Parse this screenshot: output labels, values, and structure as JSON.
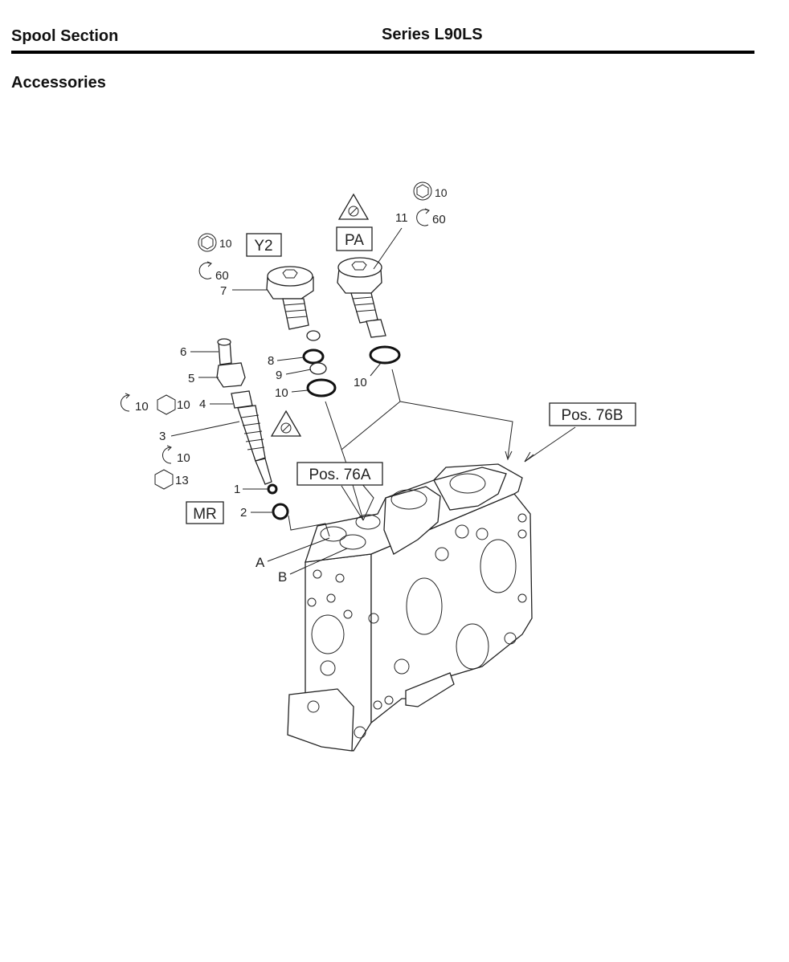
{
  "header": {
    "left_title": "Spool Section",
    "center_title": "Series L90LS"
  },
  "section": {
    "title": "Accessories"
  },
  "diagram": {
    "boxed_labels": {
      "y2": "Y2",
      "pa": "PA",
      "mr": "MR",
      "pos_76a": "Pos. 76A",
      "pos_76b": "Pos. 76B"
    },
    "callouts": {
      "n1": "1",
      "n2": "2",
      "n3": "3",
      "n4": "4",
      "n5": "5",
      "n6": "6",
      "n7": "7",
      "n8": "8",
      "n9": "9",
      "n10_left": "10",
      "n10_right": "10",
      "n11": "11",
      "port_a": "A",
      "port_b": "B"
    },
    "tool_values": {
      "y2_hex": "10",
      "y2_torque": "60",
      "pa_hex": "10",
      "pa_torque": "60",
      "item4_torque": "10",
      "item4_hex": "10",
      "item3_torque": "10",
      "item3_hex": "13"
    }
  }
}
